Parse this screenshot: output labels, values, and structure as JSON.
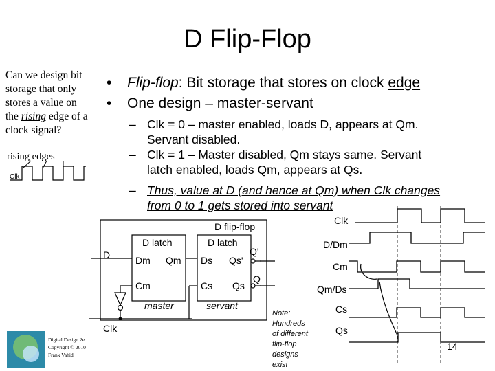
{
  "slide": {
    "title": "D Flip-Flop",
    "side_note": {
      "line1": "Can we design bit",
      "line2": "storage that only",
      "line3": "stores a value on",
      "line4_pre": "the ",
      "line4_em": "rising",
      "line4_post": " edge of a",
      "line5": "clock signal?",
      "rising_edges": "rising edges",
      "clk": "Clk"
    },
    "bullet1": {
      "term": "Flip-flop",
      "rest": ": Bit storage that stores on clock ",
      "edge": "edge"
    },
    "bullet2": "One design – master-servant",
    "sub1": {
      "l1": "Clk = 0 – master enabled, loads D, appears at Qm.",
      "l2": "Servant disabled."
    },
    "sub2": {
      "l1": "Clk = 1 – Master disabled, Qm stays same. Servant",
      "l2": "latch enabled, loads Qm, appears at Qs."
    },
    "sub3": {
      "l1": "Thus, value at D (and hence at Qm) when Clk changes",
      "l2": "from 0 to 1 gets stored into servant"
    },
    "circuit": {
      "title": "D flip-flop",
      "latch1_title": "D latch",
      "latch2_title": "D latch",
      "d_in": "D",
      "dm": "Dm",
      "qm": "Qm",
      "cm": "Cm",
      "ds": "Ds",
      "qsp": "Qs'",
      "cs": "Cs",
      "qs": "Qs",
      "qprime": "Q'",
      "q": "Q",
      "master": "master",
      "servant": "servant",
      "clk": "Clk"
    },
    "timing": {
      "clk": "Clk",
      "ddm": "D/Dm",
      "cm": "Cm",
      "qmds": "Qm/Ds",
      "cs": "Cs",
      "qs": "Qs"
    },
    "note": {
      "l1": "Note:",
      "l2": "Hundreds",
      "l3": "of different",
      "l4": "flip-flop",
      "l5": "designs",
      "l6": "exist"
    },
    "logo": {
      "l1": "Digital Design 2e",
      "l2": "Copyright © 2010",
      "l3": "Frank Vahid"
    },
    "page_number": "14"
  }
}
